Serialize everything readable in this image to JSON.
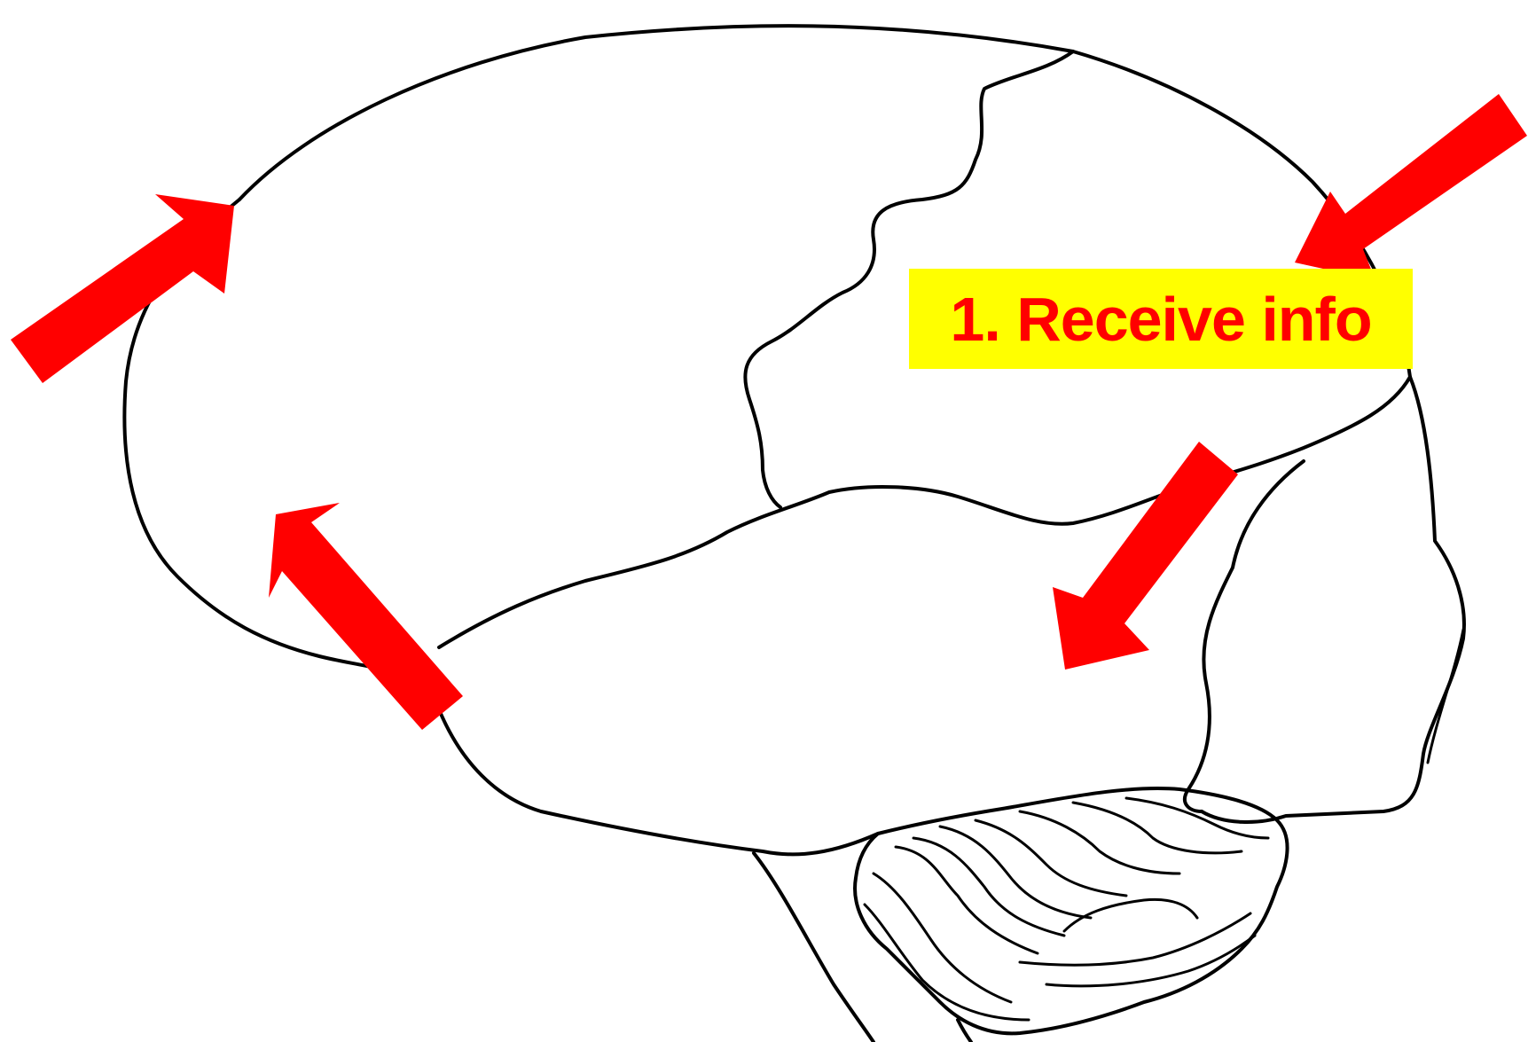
{
  "diagram": {
    "label": "1. Receive info",
    "colors": {
      "arrow": "#ff0000",
      "label_background": "#ffff00",
      "label_text": "#ff0000",
      "outline": "#000000",
      "background": "#ffffff"
    },
    "arrows": [
      {
        "name": "arrow-into-frontal-top"
      },
      {
        "name": "arrow-into-parietal"
      },
      {
        "name": "arrow-into-temporal"
      },
      {
        "name": "arrow-into-frontal-bottom"
      }
    ]
  }
}
